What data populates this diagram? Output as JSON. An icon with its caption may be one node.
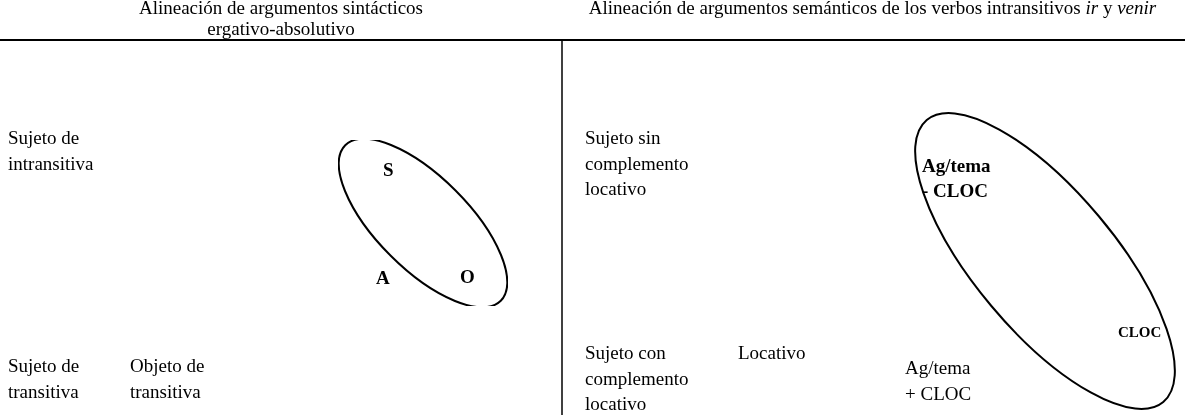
{
  "diagram": {
    "nodes": [
      {
        "text": [
          "S",
          "O"
        ]
      },
      {
        "text": [
          "Ag/tema - CLOC",
          "CLOC"
        ]
      }
    ],
    "labels": [
      "Alineación de argumentos sintácticos ergativo-absolutivo",
      "Alineación de argumentos semánticos de los verbos intransitivos *ir* y *venir*",
      "Sujeto de intransitiva",
      "Sujeto sin complemento locativo",
      "A",
      "Sujeto de transitiva",
      "Objeto de transitiva",
      "Sujeto con complemento locativo",
      "Locativo",
      "Ag/tema + CLOC"
    ]
  }
}
